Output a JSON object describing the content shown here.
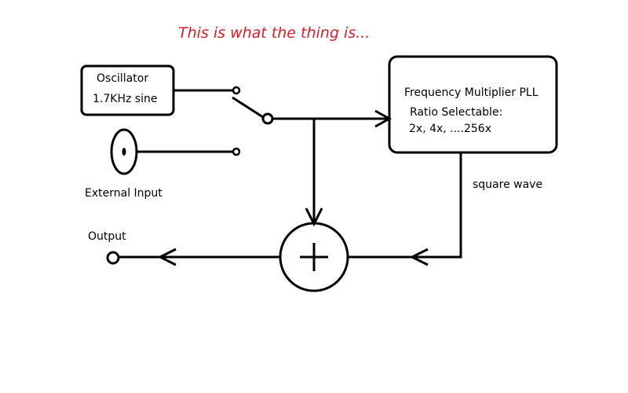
{
  "title": "This is what the thing is...",
  "colors": {
    "title": "#d0202a",
    "stroke": "#000000",
    "background": "#ffffff"
  },
  "oscillator": {
    "name": "Oscillator",
    "spec": "1.7KHz sine"
  },
  "external_input": {
    "label": "External Input"
  },
  "pll": {
    "name": "Frequency Multiplier PLL",
    "ratio_label": "Ratio Selectable:",
    "ratio_values": "2x, 4x, ....256x"
  },
  "square_wave": {
    "label": "square wave"
  },
  "summer": {
    "symbol": "+"
  },
  "output": {
    "label": "Output"
  }
}
